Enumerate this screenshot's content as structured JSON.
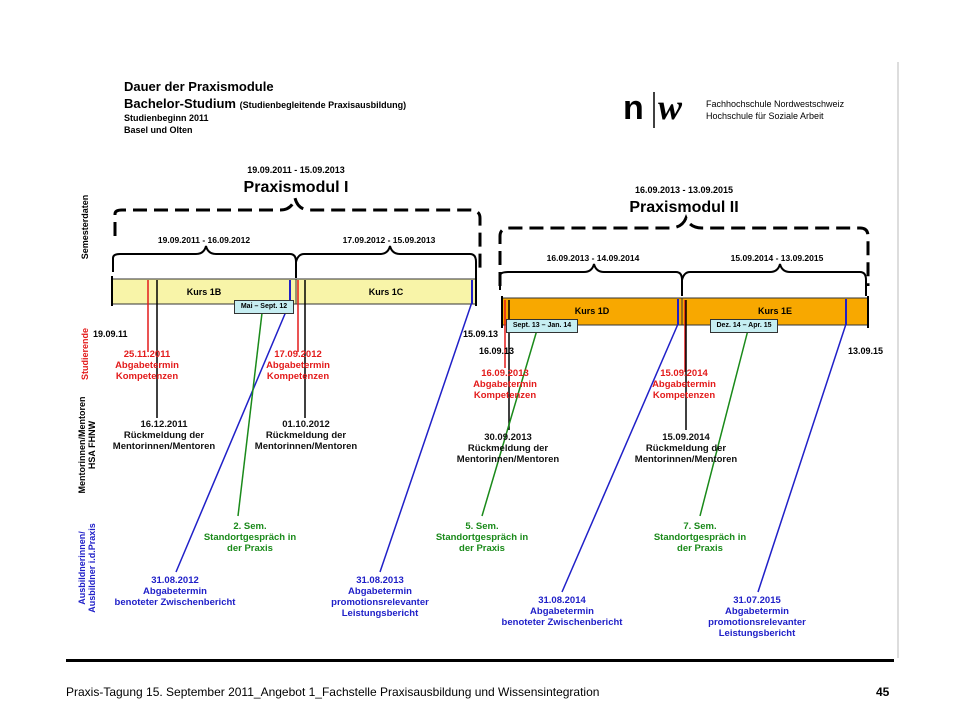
{
  "header": {
    "title1": "Dauer der Praxismodule",
    "title2": "Bachelor-Studium",
    "title2_sub": "(Studienbegleitende Praxisausbildung)",
    "line3": "Studienbeginn 2011",
    "line4": "Basel und Olten"
  },
  "logo": {
    "mark_left": "n",
    "mark_right": "w",
    "org1": "Fachhochschule Nordwestschweiz",
    "org2": "Hochschule für Soziale Arbeit"
  },
  "side_labels": {
    "semesterdaten": "Semesterdaten",
    "studierende": "Studierende",
    "mentoren_1": "Mentorinnen/Mentoren",
    "mentoren_2": "HSA FHNW",
    "ausbildner_1": "Ausbildnerinnen/",
    "ausbildner_2": "Ausbildner i.d.Praxis"
  },
  "module1": {
    "range": "19.09.2011 - 15.09.2013",
    "name": "Praxismodul I",
    "sem1_range": "19.09.2011 - 16.09.2012",
    "sem2_range": "17.09.2012 - 15.09.2013",
    "kurs_a": "Kurs 1B",
    "kurs_b": "Kurs 1C",
    "box": "Mai – Sept. 12"
  },
  "module2": {
    "range": "16.09.2013 - 13.09.2015",
    "name": "Praxismodul II",
    "sem1_range": "16.09.2013 - 14.09.2014",
    "sem2_range": "15.09.2014 - 13.09.2015",
    "kurs_a": "Kurs 1D",
    "kurs_b": "Kurs 1E",
    "box_a": "Sept. 13 – Jan. 14",
    "box_b": "Dez. 14 – Apr. 15"
  },
  "dates": {
    "start": "19.09.11",
    "end1": "15.09.13",
    "start2": "16.09.13",
    "end2": "13.09.15"
  },
  "red_labels": [
    {
      "date": "25.11.2011",
      "l1": "Abgabetermin",
      "l2": "Kompetenzen"
    },
    {
      "date": "17.09.2012",
      "l1": "Abgabetermin",
      "l2": "Kompetenzen"
    },
    {
      "date": "16.09.2013",
      "l1": "Abgabetermin",
      "l2": "Kompetenzen"
    },
    {
      "date": "15.09.2014",
      "l1": "Abgabetermin",
      "l2": "Kompetenzen"
    }
  ],
  "black_labels": [
    {
      "date": "16.12.2011",
      "l1": "Rückmeldung der",
      "l2": "Mentorinnen/Mentoren"
    },
    {
      "date": "01.10.2012",
      "l1": "Rückmeldung der",
      "l2": "Mentorinnen/Mentoren"
    },
    {
      "date": "30.09.2013",
      "l1": "Rückmeldung der",
      "l2": "Mentorinnen/Mentoren"
    },
    {
      "date": "15.09.2014",
      "l1": "Rückmeldung der",
      "l2": "Mentorinnen/Mentoren"
    }
  ],
  "green_labels": [
    {
      "l1": "2. Sem.",
      "l2": "Standortgespräch in",
      "l3": "der Praxis"
    },
    {
      "l1": "5. Sem.",
      "l2": "Standortgespräch in",
      "l3": "der Praxis"
    },
    {
      "l1": "7. Sem.",
      "l2": "Standortgespräch in",
      "l3": "der Praxis"
    }
  ],
  "blue_labels": [
    {
      "date": "31.08.2012",
      "l1": "Abgabetermin",
      "l2": "benoteter Zwischenbericht",
      "l3": ""
    },
    {
      "date": "31.08.2013",
      "l1": "Abgabetermin",
      "l2": "promotionsrelevanter",
      "l3": "Leistungsbericht"
    },
    {
      "date": "31.08.2014",
      "l1": "Abgabetermin",
      "l2": "benoteter Zwischenbericht",
      "l3": ""
    },
    {
      "date": "31.07.2015",
      "l1": "Abgabetermin",
      "l2": "promotionsrelevanter",
      "l3": "Leistungsbericht"
    }
  ],
  "colors": {
    "kurs_m1": "#f8f4a8",
    "kurs_m2": "#f8a800",
    "box": "#c6eef2",
    "red": "#e31b1b",
    "blue": "#2020c8",
    "green": "#1a8a1a"
  },
  "footer": {
    "text": "Praxis-Tagung 15. September 2011_Angebot 1_Fachstelle Praxisausbildung und Wissensintegration",
    "page": "45"
  }
}
